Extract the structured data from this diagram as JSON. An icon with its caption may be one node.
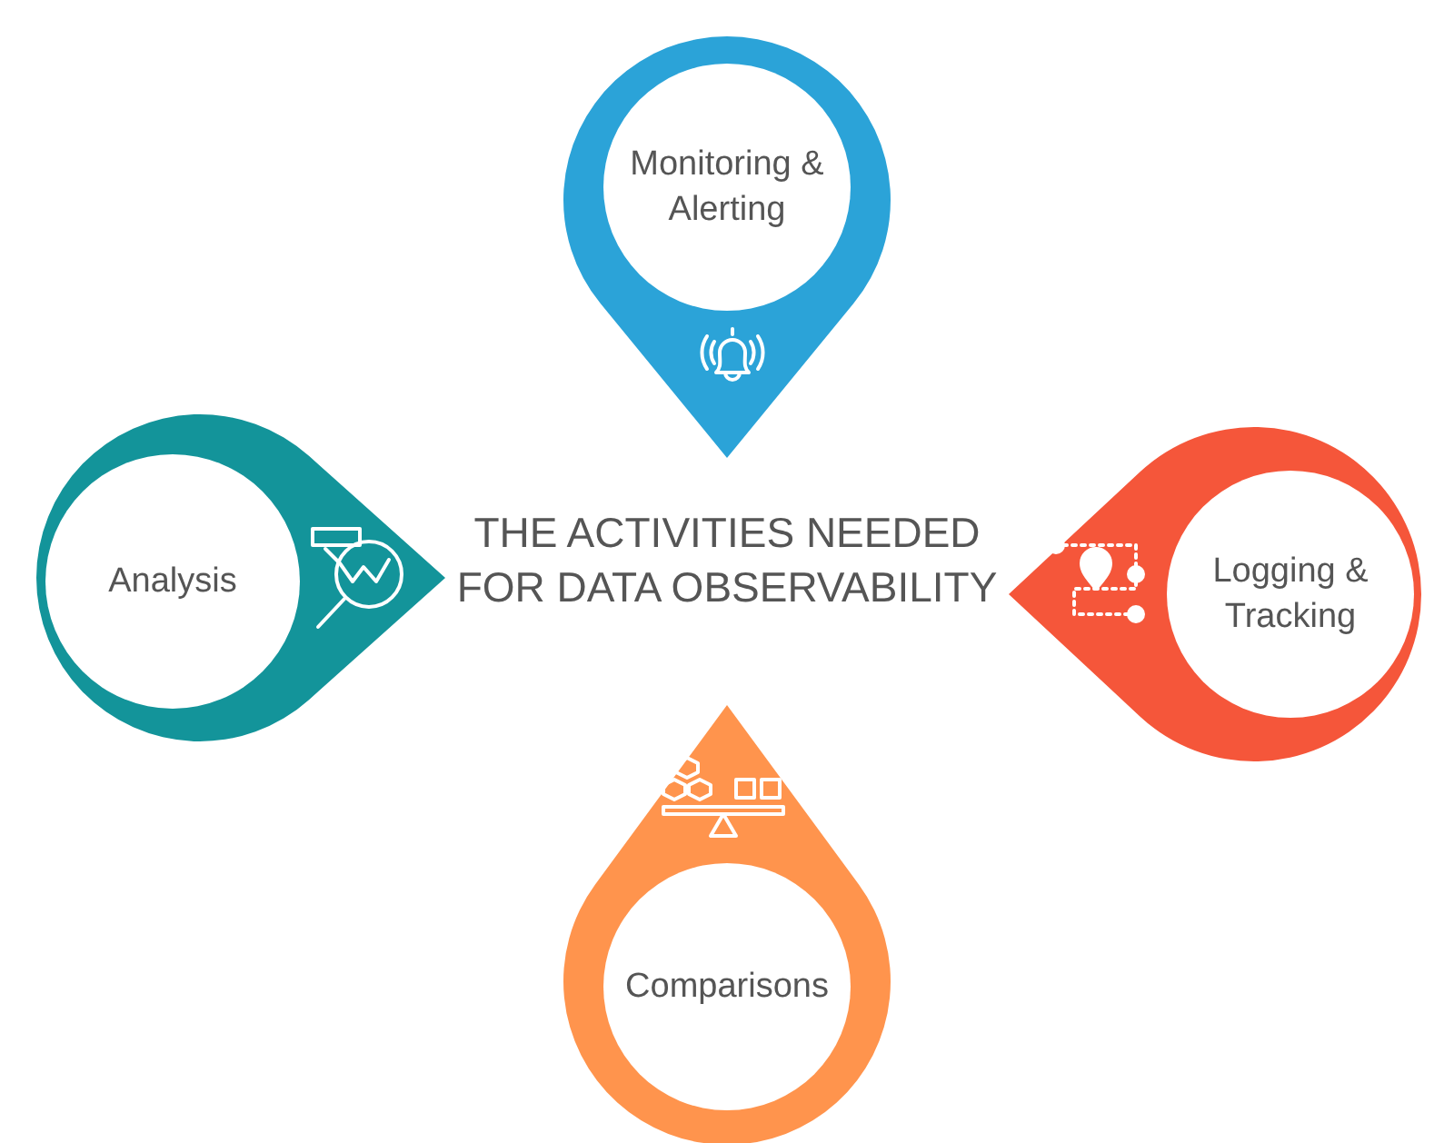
{
  "diagram": {
    "title": "THE ACTIVITIES NEEDED FOR DATA OBSERVABILITY",
    "nodes": [
      {
        "text": [
          "Monitoring & Alerting"
        ]
      },
      {
        "text": [
          "Analysis"
        ]
      },
      {
        "text": [
          "Logging & Tracking"
        ]
      },
      {
        "text": [
          "Comparisons"
        ]
      }
    ],
    "edges": []
  }
}
